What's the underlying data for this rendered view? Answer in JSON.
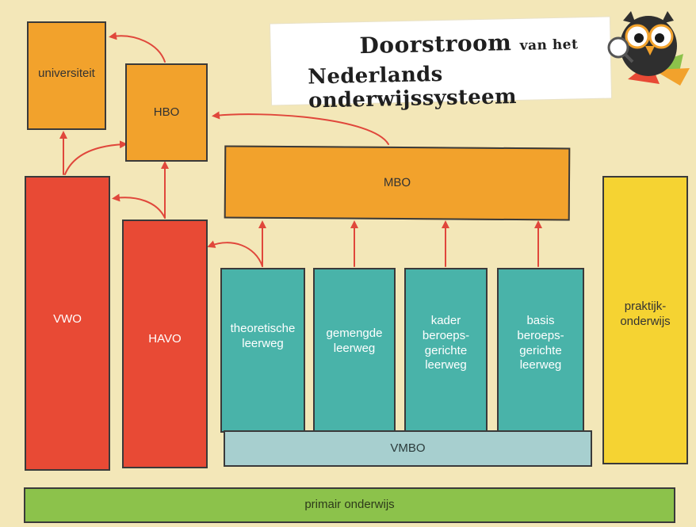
{
  "title": {
    "line1_main": "Doorstroom",
    "line1_small": "van het",
    "line2": "Nederlands onderwijssysteem"
  },
  "boxes": {
    "universiteit": "universiteit",
    "hbo": "HBO",
    "mbo": "MBO",
    "vwo": "VWO",
    "havo": "HAVO",
    "theoretische": "theoretische\nleerweg",
    "gemengde": "gemengde\nleerweg",
    "kader": "kader\nberoeps-\ngerichte\nleerweg",
    "basis": "basis\nberoeps-\ngerichte\nleerweg",
    "praktijk": "praktijk-\nonderwijs",
    "vmbo": "VMBO",
    "primair": "primair onderwijs"
  },
  "colors": {
    "background": "#f3e7b8",
    "orange": "#f2a22c",
    "red": "#e84a35",
    "teal": "#49b3a9",
    "yellow": "#f5d332",
    "green": "#8cc24b",
    "vmbo": "#a7cfcf",
    "arrow": "#e0473b"
  },
  "icons": {
    "mascot": "owl-with-magnifying-glass"
  }
}
